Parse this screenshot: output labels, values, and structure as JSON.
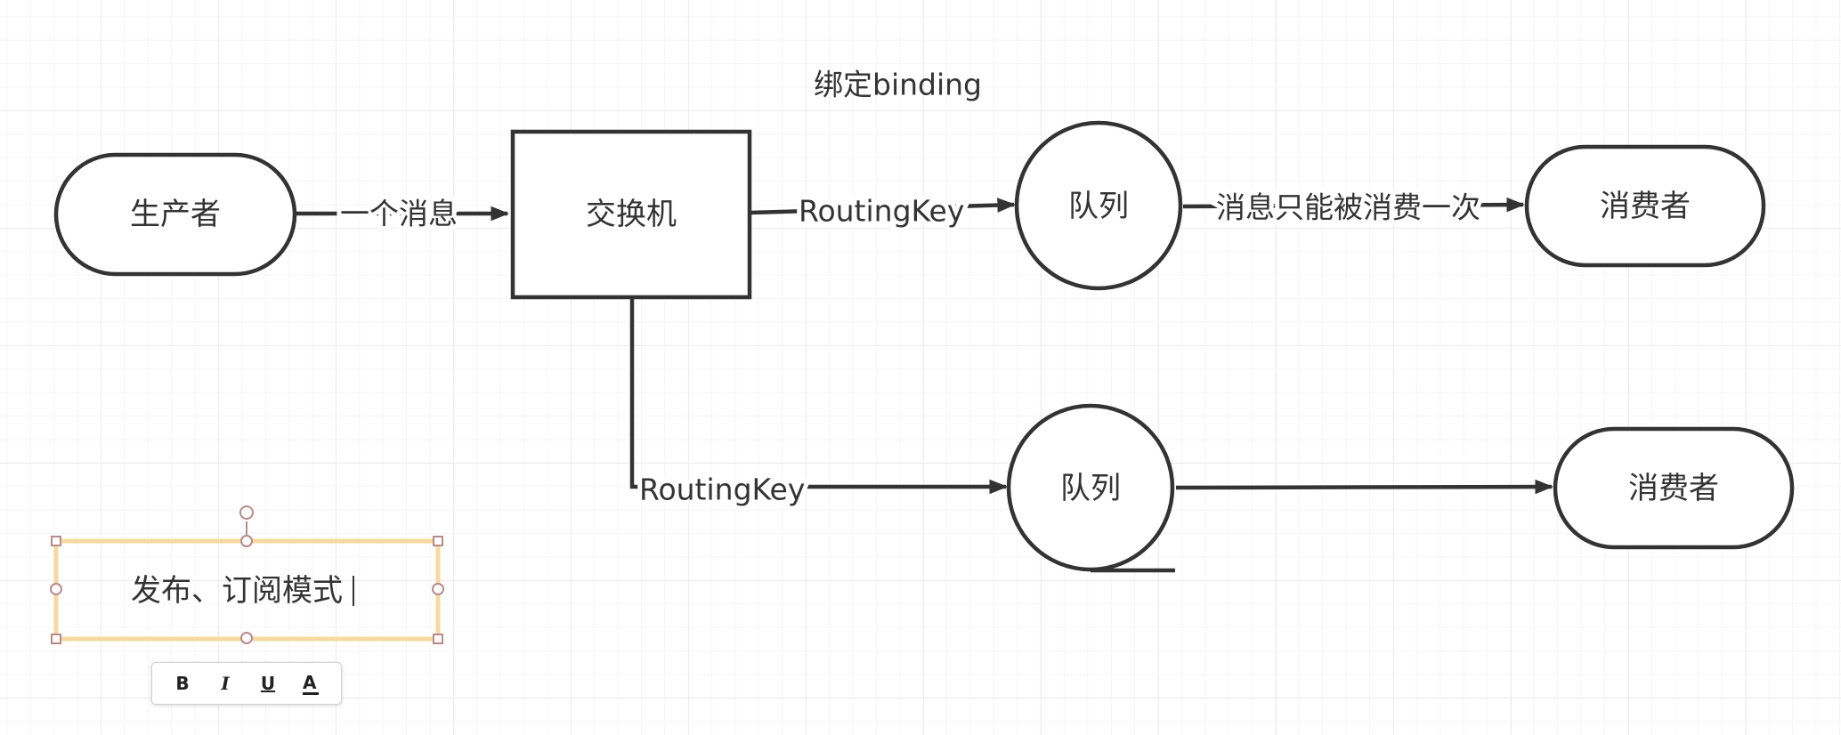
{
  "diagram": {
    "nodes": {
      "producer": {
        "label": "生产者"
      },
      "exchange": {
        "label": "交换机"
      },
      "queue1": {
        "label": "队列"
      },
      "queue2": {
        "label": "队列"
      },
      "consumer1": {
        "label": "消费者"
      },
      "consumer2": {
        "label": "消费者"
      },
      "selected_text": {
        "label": "发布、订阅模式"
      }
    },
    "edges": {
      "producer_to_exchange": {
        "label": "一个消息"
      },
      "exchange_to_queue1": {
        "label": "RoutingKey"
      },
      "exchange_to_queue2": {
        "label": "RoutingKey"
      },
      "queue1_to_consumer1": {
        "label": "消息只能被消费一次"
      },
      "queue2_to_consumer2": {
        "label": ""
      }
    },
    "annotations": {
      "binding": "绑定binding"
    }
  },
  "toolbar": {
    "bold": "B",
    "italic": "I",
    "underline": "U",
    "font_color": "A"
  },
  "colors": {
    "selection": "#f5d9a0",
    "line": "#333333",
    "rotation_handle": "#b88a8a"
  }
}
